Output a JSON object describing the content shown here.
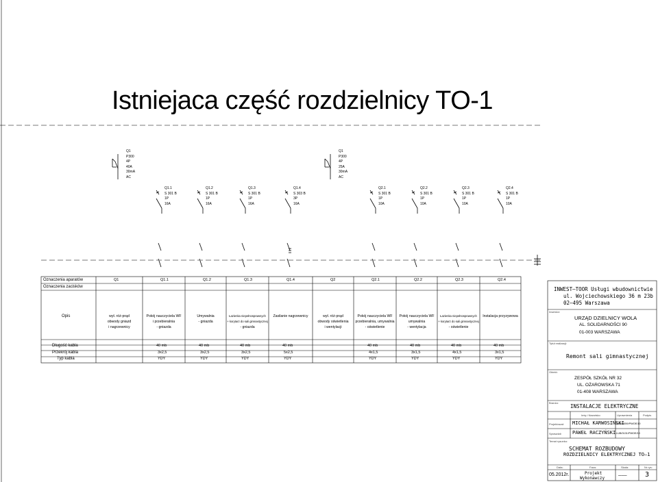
{
  "title": "Istniejaca część rozdzielnicy TO-1",
  "main_breakers": [
    {
      "lines": [
        "Q1",
        "P300",
        "4P",
        "40A",
        "30mA",
        "AC"
      ]
    },
    {
      "lines": [
        "Q1",
        "P300",
        "4P",
        "25A",
        "30mA",
        "AC"
      ]
    }
  ],
  "branch_breakers": [
    {
      "lines": [
        "Q1.1",
        "S 301 B",
        "1P",
        "16A"
      ]
    },
    {
      "lines": [
        "Q1.2",
        "S 301 B",
        "1P",
        "16A"
      ]
    },
    {
      "lines": [
        "Q1.3",
        "S 301 B",
        "1P",
        "16A"
      ]
    },
    {
      "lines": [
        "Q1.4",
        "S 303 B",
        "3P",
        "16A"
      ]
    },
    {
      "lines": [
        "Q2.1",
        "S 301 B",
        "1P",
        "10A"
      ]
    },
    {
      "lines": [
        "Q2.2",
        "S 301 B",
        "1P",
        "10A"
      ]
    },
    {
      "lines": [
        "Q2.3",
        "S 301 B",
        "1P",
        "10A"
      ]
    },
    {
      "lines": [
        "Q2.4",
        "S 301 B",
        "1P",
        "10A"
      ]
    }
  ],
  "table": {
    "row_labels": {
      "aparatow": "Oznaczenia aparatów",
      "zaciskow": "Oznaczenia zacisków",
      "opis": "Opis",
      "dlugosc": "Długość kabla",
      "przekroj": "Przekrój kabla",
      "typ": "Typ kabla"
    },
    "aparatow": [
      "Q1",
      "Q1.1",
      "Q1.2",
      "Q1.3",
      "Q1.4",
      "Q2",
      "Q2.1",
      "Q2.2",
      "Q2.3",
      "Q2.4"
    ],
    "opis": [
      [
        "wył. róż-prąd",
        "obwody gniazd",
        "i nagrzewnicy"
      ],
      [
        "Pokój nauczyciela WF",
        "i przebieralnia",
        "- gniazda"
      ],
      [
        "Umywalnia",
        "- gniazda"
      ],
      [
        "Łazienka niepełnosprawnych",
        "+ korytarz do sali gimnastycznej",
        "- gniazda"
      ],
      [
        "Zasilanie nagrzewnicy"
      ],
      [
        "wył. róż-prąd",
        "obwody oświetlenia",
        "i wentylacji"
      ],
      [
        "Pokój nauczyciela WF",
        "przebieralnia, umywalnia",
        "- oświetlenie"
      ],
      [
        "Pokój nauczyciela WF",
        "umywalnia",
        "- wentylacja"
      ],
      [
        "Łazienka niepełnosprawnych",
        "+ korytarz do sali gimnastycznej",
        "- oświetlenie"
      ],
      [
        "Instalacja przyzywowa"
      ]
    ],
    "dlugosc": [
      "",
      "40 mb",
      "40 mb",
      "40 mb",
      "40 mb",
      "",
      "40 mb",
      "40 mb",
      "40 mb",
      "40 mb"
    ],
    "przekroj": [
      "",
      "3x2,5",
      "3x2,5",
      "3x2,5",
      "5x2,5",
      "",
      "4x1,5",
      "3x1,5",
      "4x1,5",
      "3x1,5"
    ],
    "typ": [
      "",
      "YDY",
      "YDY",
      "YDY",
      "YDY",
      "",
      "YDY",
      "YDY",
      "YDY",
      "YDY"
    ]
  },
  "title_block": {
    "company": [
      "INWEST–TOOR Usługi wbudownictwie",
      "ul. Wojciechowskiego 36 m 23b",
      "02–495 Warszawa"
    ],
    "investor_caption": "Inwestor:",
    "investor": [
      "URZĄD DZIELNICY WOLA",
      "AL. SOLIDARNOŚCI 90",
      "01-003 WARSZAWA"
    ],
    "task_caption": "Tytuł realizacji:",
    "task": "Remont sali gimnastycznej",
    "object_caption": "Obiekt:",
    "object": [
      "ZESPÓŁ SZKÓŁ NR 32",
      "UL. OŻAROWSKA 71",
      "01-408 WARSZAWA"
    ],
    "branch_caption": "Branża:",
    "branch": "INSTALACJE ELEKTRYCZNE",
    "sig_headers": [
      "Imię i Nazwisko",
      "Uprawnienia",
      "Podpis"
    ],
    "sig_roles": [
      "Projektował:",
      "Sprawdził:"
    ],
    "sig_names": [
      "MICHAŁ KARWOSIŃSKI",
      "PAWEŁ RACZYŃSKI"
    ],
    "sig_perms": [
      "MAZ/0059/PWOE/10",
      "LUB/0131/PWOE/10"
    ],
    "drawing_caption": "Temat rysunku:",
    "drawing": [
      "SCHEMAT ROZBUDOWY",
      "ROZDZIELNICY ELEKTRYCZNEJ TO–1"
    ],
    "footer_headers": [
      "Data:",
      "Faza:",
      "Skala:",
      "Nr rys:"
    ],
    "date": "05.2012r.",
    "phase": [
      "Projekt",
      "Wykonawczy"
    ],
    "scale": "———",
    "number": "3"
  }
}
